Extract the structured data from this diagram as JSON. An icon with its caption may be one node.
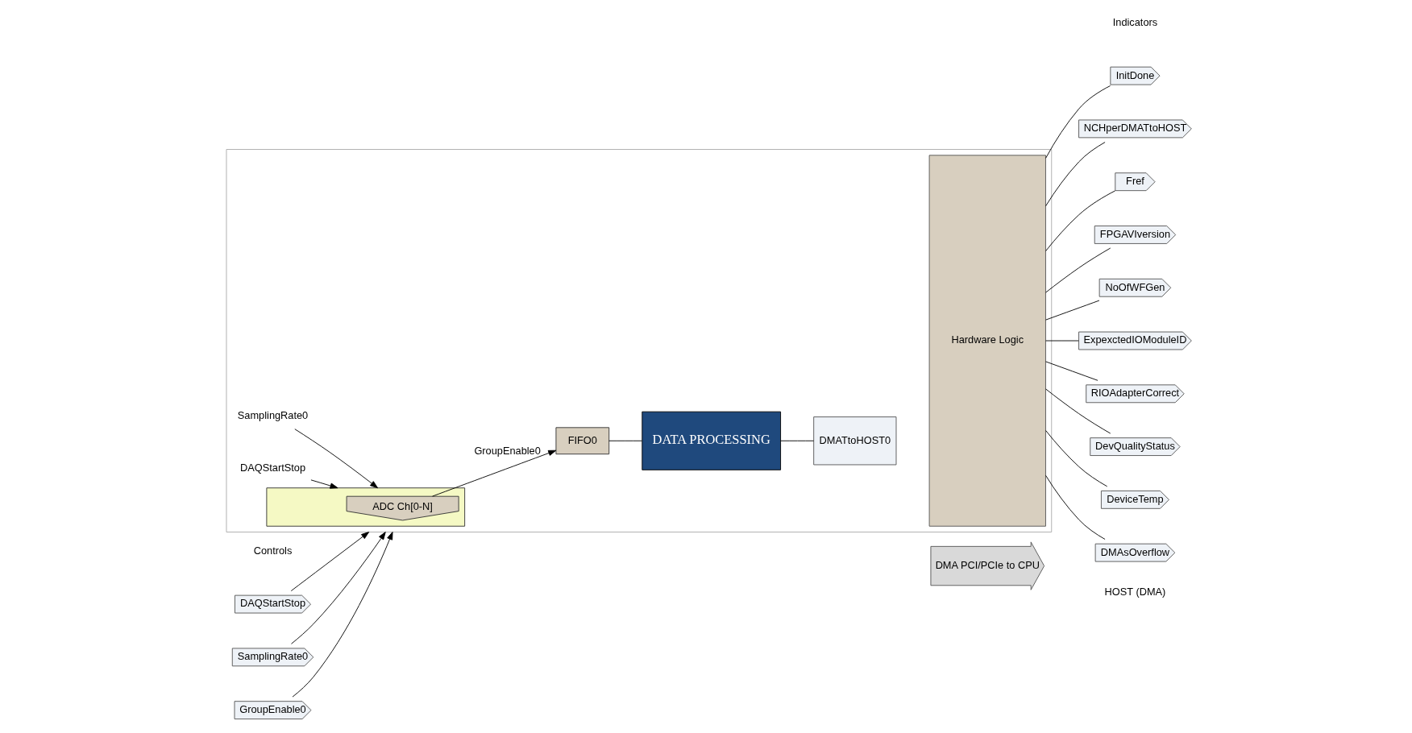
{
  "diagram": {
    "nodes": [
      {
        "text": [],
        "shape": "box"
      },
      {
        "text": [
          "DAQStartStop"
        ]
      },
      {
        "text": [
          "SamplingRate0"
        ]
      },
      {
        "text": [
          "GroupEnable0"
        ]
      },
      {
        "text": [],
        "shape": "box",
        "in": 0
      },
      {
        "text": [
          "ADC Ch[0-N]"
        ],
        "in": 4
      },
      {
        "text": [
          "DAQStartStop"
        ],
        "in": 0
      },
      {
        "text": [
          "SamplingRate0"
        ],
        "in": 0
      },
      {
        "text": [
          "FIFO0"
        ],
        "in": 0
      },
      {
        "text": [
          "DATA PROCESSING"
        ],
        "in": 0
      },
      {
        "text": [
          "DMATtoHOST0"
        ],
        "in": 0
      },
      {
        "text": [
          "Hardware Logic"
        ],
        "in": 0
      },
      {
        "text": [
          "InitDone"
        ]
      },
      {
        "text": [
          "NCHperDMATtoHOST"
        ]
      },
      {
        "text": [
          "Fref"
        ]
      },
      {
        "text": [
          "FPGAVIversion"
        ]
      },
      {
        "text": [
          "NoOfWFGen"
        ]
      },
      {
        "text": [
          "ExpexctedIOModuleID"
        ]
      },
      {
        "text": [
          "RIOAdapterCorrect"
        ]
      },
      {
        "text": [
          "DevQualityStatus"
        ]
      },
      {
        "text": [
          "DeviceTemp"
        ]
      },
      {
        "text": [
          "DMAsOverflow"
        ]
      },
      {
        "text": [
          "DMA PCI/PCIe to CPU"
        ]
      }
    ],
    "edges": [
      {
        "from": 1,
        "to": 0,
        "arrow": "to"
      },
      {
        "from": 2,
        "to": 0,
        "arrow": "to"
      },
      {
        "from": 3,
        "to": 0,
        "arrow": "to"
      },
      {
        "from": 6,
        "to": 4,
        "arrow": "to"
      },
      {
        "from": 7,
        "to": 4,
        "arrow": "to"
      },
      {
        "from": 5,
        "to": 8,
        "arrow": "to",
        "label": "GroupEnable0"
      },
      {
        "from": 8,
        "to": 9,
        "arrow": "none"
      },
      {
        "from": 9,
        "to": 10,
        "arrow": "none"
      },
      {
        "from": 11,
        "to": 12,
        "arrow": "none"
      },
      {
        "from": 11,
        "to": 13,
        "arrow": "none"
      },
      {
        "from": 11,
        "to": 14,
        "arrow": "none"
      },
      {
        "from": 11,
        "to": 15,
        "arrow": "none"
      },
      {
        "from": 11,
        "to": 16,
        "arrow": "none"
      },
      {
        "from": 11,
        "to": 17,
        "arrow": "none"
      },
      {
        "from": 11,
        "to": 18,
        "arrow": "none"
      },
      {
        "from": 11,
        "to": 19,
        "arrow": "none"
      },
      {
        "from": 11,
        "to": 20,
        "arrow": "none"
      },
      {
        "from": 11,
        "to": 21,
        "arrow": "none"
      }
    ],
    "labels": [
      "Indicators",
      "Controls",
      "HOST (DMA)"
    ]
  }
}
